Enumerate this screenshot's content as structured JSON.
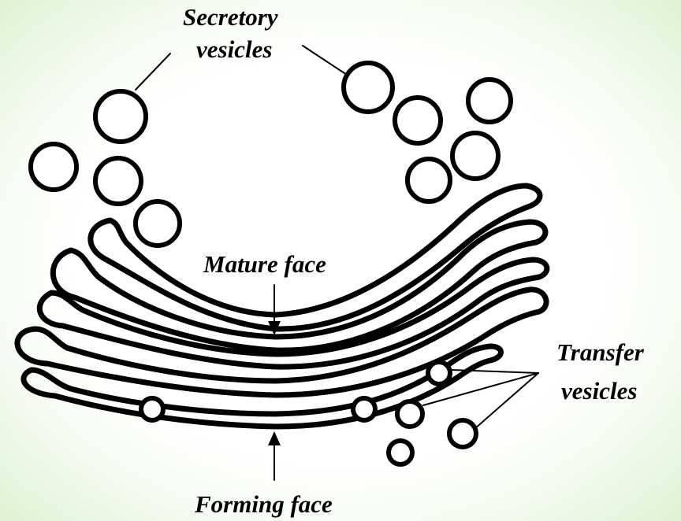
{
  "diagram": {
    "labels": {
      "secretory_line1": "Secretory",
      "secretory_line2": "vesicles",
      "mature_face": "Mature face",
      "transfer_line1": "Transfer",
      "transfer_line2": "vesicles",
      "forming_face": "Forming face"
    },
    "colors": {
      "ink": "#000000",
      "background": "#ffffff",
      "border_tint": "#def3d2"
    }
  }
}
